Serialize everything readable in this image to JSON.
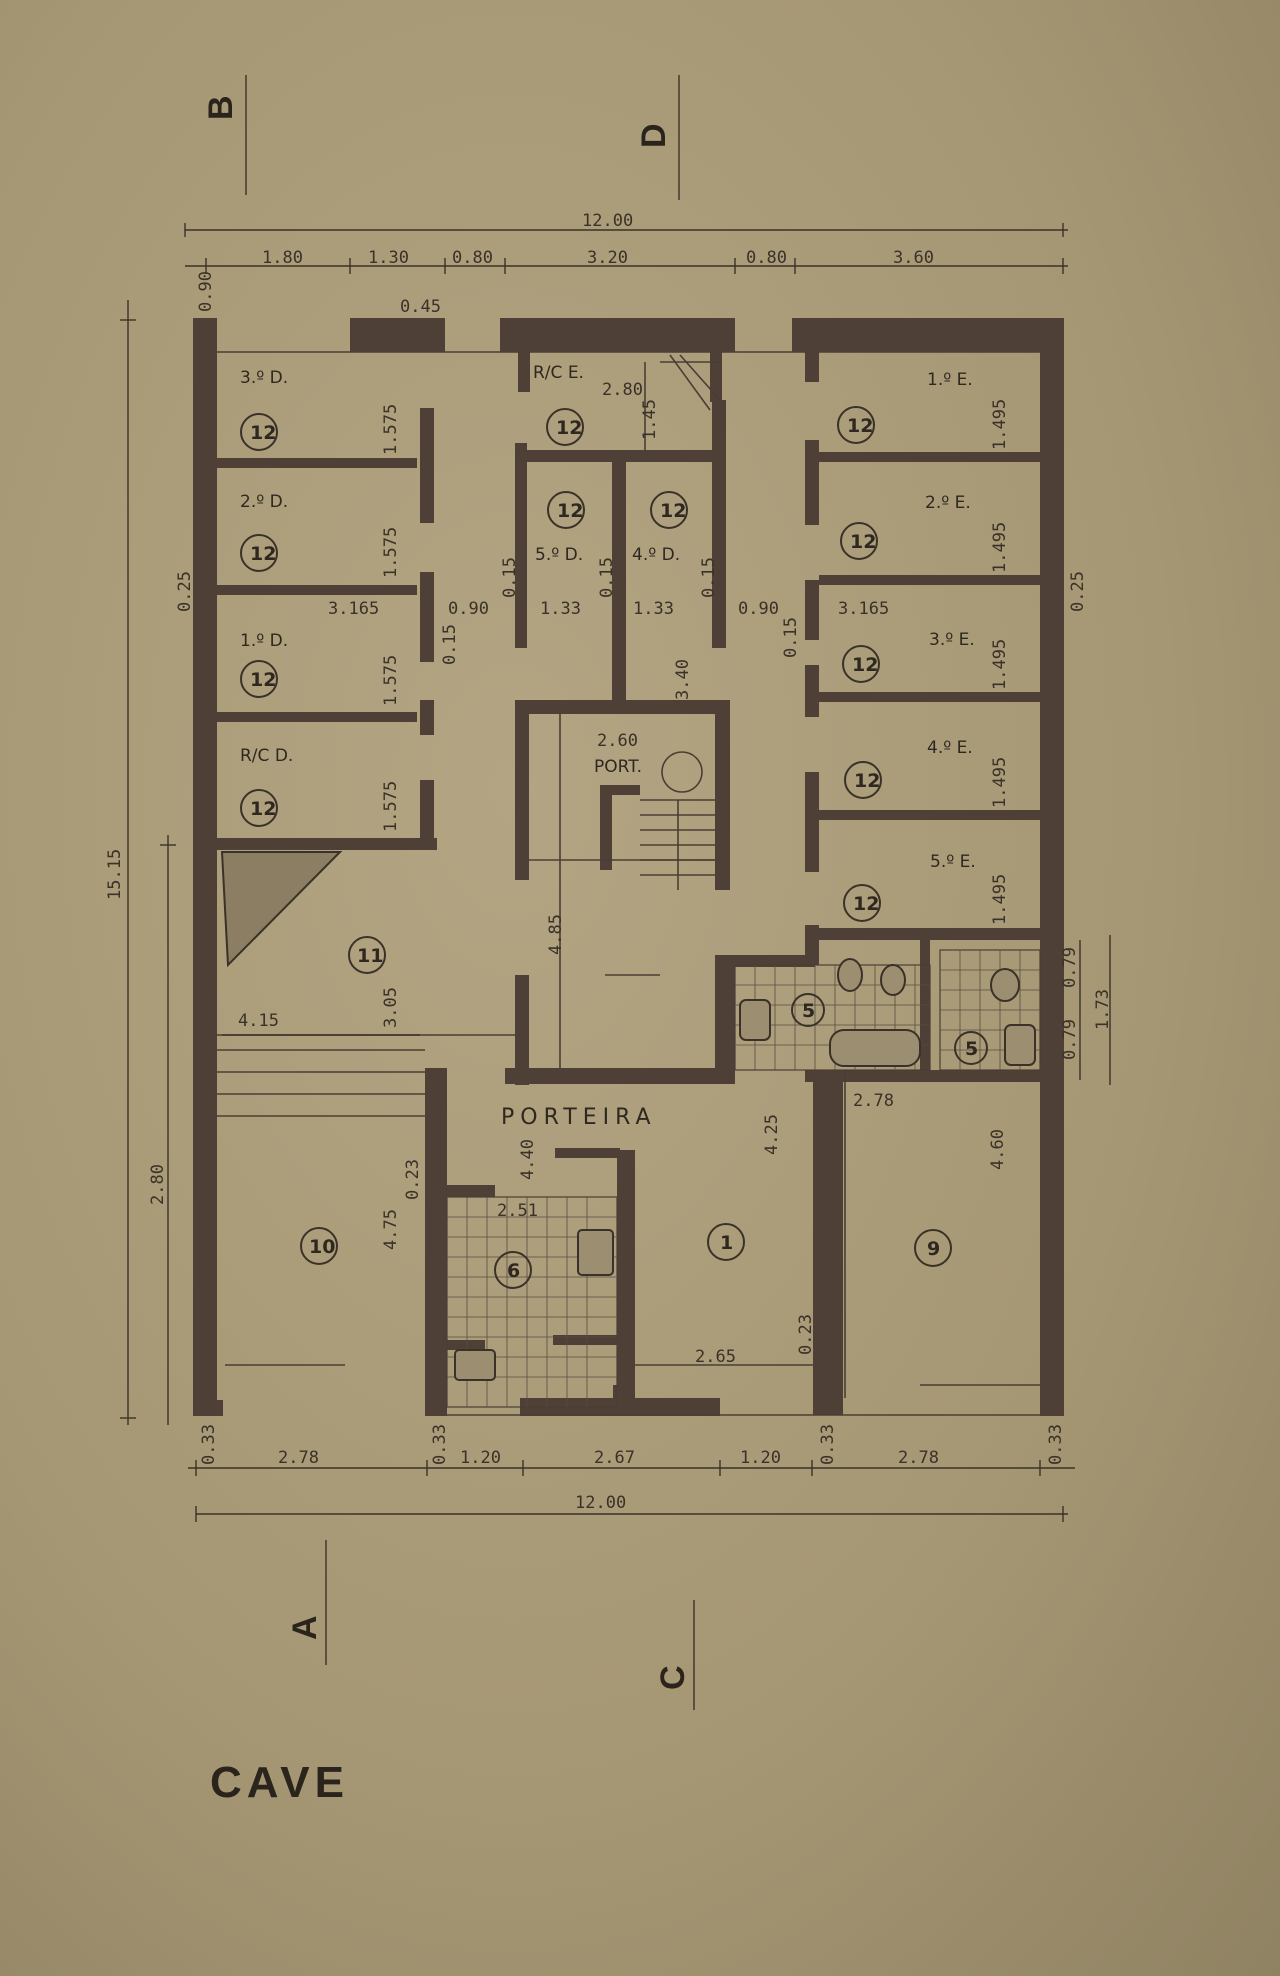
{
  "title": "CAVE",
  "section_markers": [
    "A",
    "B",
    "C",
    "D"
  ],
  "porteira": "PORTEIRA",
  "port_label": "PORT.",
  "rooms_left": [
    {
      "label": "3.º D.",
      "num": "12"
    },
    {
      "label": "2.º D.",
      "num": "12"
    },
    {
      "label": "1.º D.",
      "num": "12"
    },
    {
      "label": "R/C D.",
      "num": "12"
    }
  ],
  "rooms_right": [
    {
      "label": "1.º E.",
      "num": "12"
    },
    {
      "label": "2.º E.",
      "num": "12"
    },
    {
      "label": "3.º E.",
      "num": "12"
    },
    {
      "label": "4.º E.",
      "num": "12"
    },
    {
      "label": "5.º E.",
      "num": "12"
    }
  ],
  "rooms_center": [
    {
      "label": "R/C E.",
      "num": "12"
    },
    {
      "label": "5.º D.",
      "num": "12"
    },
    {
      "label": "4.º D.",
      "num": "12"
    }
  ],
  "room_numbers": {
    "r11": "11",
    "r10": "10",
    "r6": "6",
    "r1": "1",
    "r9": "9",
    "r5a": "5",
    "r5b": "5"
  },
  "dimensions": {
    "top_total": "12.00",
    "top_segments": [
      "1.80",
      "1.30",
      "0.80",
      "3.20",
      "0.80",
      "3.60"
    ],
    "d090": "0.90",
    "d045": "0.45",
    "d280": "2.80",
    "d145": "1.45",
    "d1575": "1.575",
    "d1495": "1.495",
    "d025": "0.25",
    "d3165": "3.165",
    "d090b": "0.90",
    "d133": "1.33",
    "d015": "0.15",
    "d340": "3.40",
    "d260": "2.60",
    "d485": "4.85",
    "d1515": "15.15",
    "d415": "4.15",
    "d305": "3.05",
    "d280b": "2.80",
    "d475": "4.75",
    "d023": "0.23",
    "d440": "4.40",
    "d251": "2.51",
    "d425": "4.25",
    "d265": "2.65",
    "d278": "2.78",
    "d460": "4.60",
    "d079": "0.79",
    "d173": "1.73",
    "d033": "0.33",
    "bottom_segments": [
      "2.78",
      "1.20",
      "2.67",
      "1.20",
      "2.78"
    ],
    "bottom_total": "12.00"
  }
}
